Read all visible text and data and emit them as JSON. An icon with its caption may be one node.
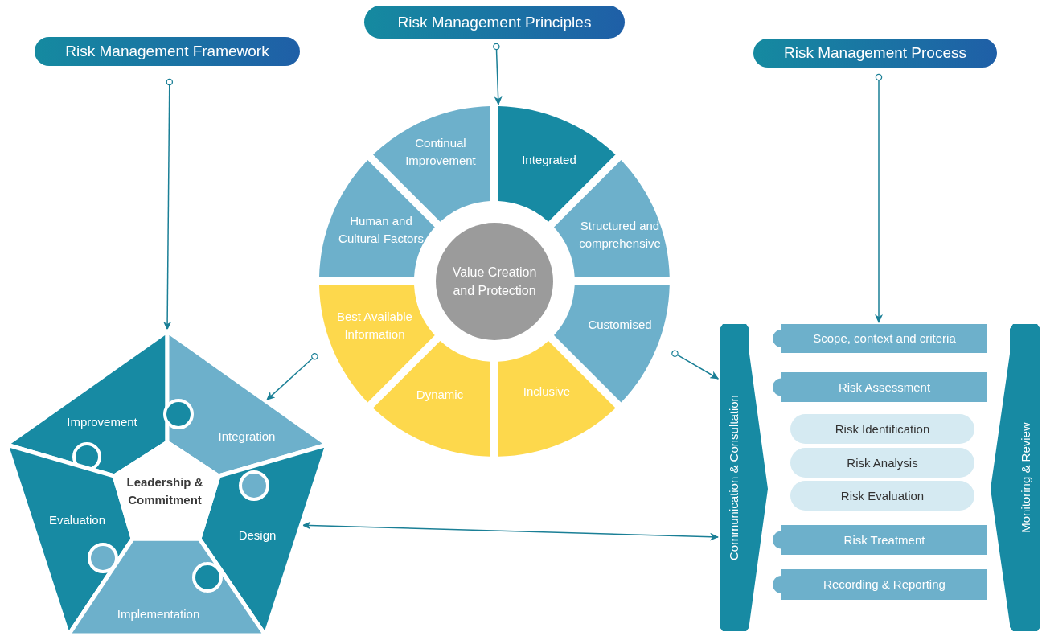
{
  "diagram": {
    "nodes": [
      {
        "text": [
          "Risk Management Framework"
        ]
      },
      {
        "text": [
          "Risk Management Principles"
        ]
      },
      {
        "text": [
          "Risk Management Process"
        ]
      },
      {
        "text": [
          "Value Creation and Protection"
        ]
      },
      {
        "text": [
          "Continual Improvement"
        ]
      },
      {
        "text": [
          "Integrated"
        ]
      },
      {
        "text": [
          "Structured and comprehensive"
        ]
      },
      {
        "text": [
          "Customised"
        ]
      },
      {
        "text": [
          "Inclusive"
        ]
      },
      {
        "text": [
          "Dynamic"
        ]
      },
      {
        "text": [
          "Best Available Information"
        ]
      },
      {
        "text": [
          "Human and Cultural Factors"
        ]
      },
      {
        "text": [],
        "shape": "pentagon"
      },
      {
        "text": [
          "Leadership & Commitment"
        ],
        "in": 12
      },
      {
        "text": [
          "Improvement"
        ],
        "in": 12
      },
      {
        "text": [
          "Integration"
        ],
        "in": 12
      },
      {
        "text": [
          "Evaluation"
        ],
        "in": 12
      },
      {
        "text": [
          "Design"
        ],
        "in": 12
      },
      {
        "text": [
          "Implementation"
        ],
        "in": 12
      },
      {
        "text": [
          "Communication & Consultation"
        ]
      },
      {
        "text": [
          "Scope, context and criteria"
        ]
      },
      {
        "text": [
          "Risk Assessment"
        ]
      },
      {
        "text": [
          "Risk Identification"
        ]
      },
      {
        "text": [
          "Risk Analysis"
        ]
      },
      {
        "text": [
          "Risk Evaluation"
        ]
      },
      {
        "text": [
          "Risk Treatment"
        ]
      },
      {
        "text": [
          "Recording & Reporting"
        ]
      },
      {
        "text": [
          "Monitoring & Review"
        ]
      }
    ],
    "edges": [
      {
        "from": 1,
        "to": 5,
        "arrow": "to"
      },
      {
        "from": 0,
        "to": 12,
        "arrow": "to"
      },
      {
        "from": 2,
        "to": 20,
        "arrow": "to"
      },
      {
        "from": 10,
        "to": 15,
        "arrow": "to"
      },
      {
        "from": 7,
        "to": 19,
        "arrow": "to"
      },
      {
        "from": 12,
        "to": 19,
        "arrow": "both"
      }
    ]
  }
}
